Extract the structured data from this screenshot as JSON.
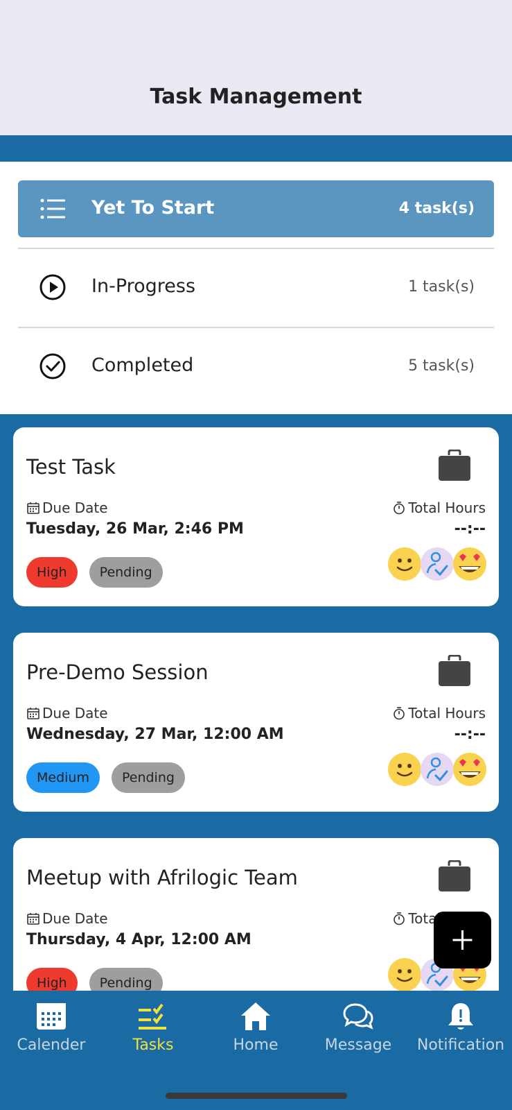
{
  "header": {
    "title": "Task Management"
  },
  "filters": [
    {
      "label": "Yet To Start",
      "count": "4 task(s)",
      "icon": "list-icon",
      "active": true
    },
    {
      "label": "In-Progress",
      "count": "1 task(s)",
      "icon": "play-circle-icon",
      "active": false
    },
    {
      "label": "Completed",
      "count": "5 task(s)",
      "icon": "check-circle-icon",
      "active": false
    }
  ],
  "tasks": [
    {
      "title": "Test Task",
      "due_label": "Due Date",
      "due_value": "Tuesday, 26 Mar, 2:46 PM",
      "hours_label": "Total Hours",
      "hours_value": "--:--",
      "priority": "High",
      "status": "Pending"
    },
    {
      "title": "Pre-Demo Session",
      "due_label": "Due Date",
      "due_value": "Wednesday, 27 Mar, 12:00 AM",
      "hours_label": "Total Hours",
      "hours_value": "--:--",
      "priority": "Medium",
      "status": "Pending"
    },
    {
      "title": "Meetup with Afrilogic Team",
      "due_label": "Due Date",
      "due_value": "Thursday, 4 Apr, 12:00 AM",
      "hours_label": "Total Hours",
      "hours_value": "",
      "priority": "High",
      "status": "Pending"
    }
  ],
  "fab": {
    "icon": "plus-icon"
  },
  "nav": [
    {
      "label": "Calender",
      "icon": "calendar-icon",
      "active": false
    },
    {
      "label": "Tasks",
      "icon": "tasks-icon",
      "active": true
    },
    {
      "label": "Home",
      "icon": "home-icon",
      "active": false
    },
    {
      "label": "Message",
      "icon": "chat-icon",
      "active": false
    },
    {
      "label": "Notification",
      "icon": "bell-icon",
      "active": false
    }
  ],
  "colors": {
    "primary": "#1a6aa3",
    "active_filter": "#5a96bf",
    "high": "#ee3a2f",
    "medium": "#2196f3",
    "pending": "#9e9e9e",
    "active_nav": "#f0e040"
  }
}
